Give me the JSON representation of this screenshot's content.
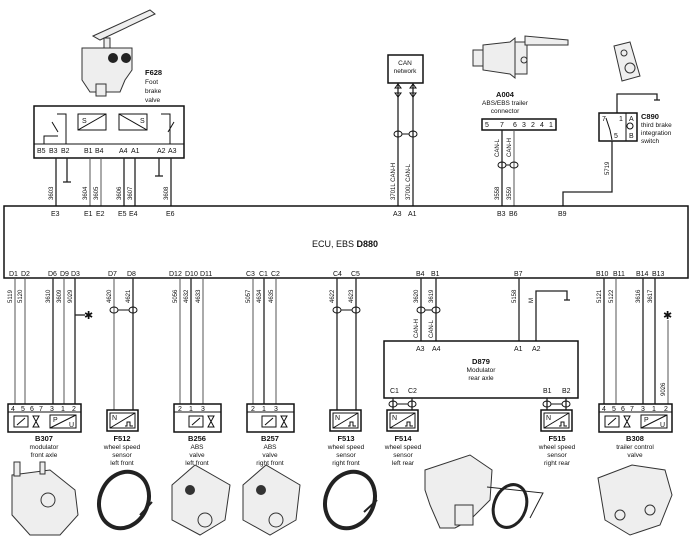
{
  "ecu": {
    "title": "ECU, EBS",
    "code": "D880",
    "top_pins": [
      "E3",
      "E1",
      "E2",
      "E5",
      "E4",
      "E6",
      "A3",
      "A1",
      "B3",
      "B6",
      "B9"
    ],
    "bottom_pins": [
      "D1",
      "D2",
      "D6",
      "D9",
      "D3",
      "D7",
      "D8",
      "D12",
      "D10",
      "D11",
      "C3",
      "C1",
      "C2",
      "C4",
      "C5",
      "B4",
      "B1",
      "B7",
      "B10",
      "B11",
      "B14",
      "B13"
    ]
  },
  "f628": {
    "code": "F628",
    "desc": [
      "Foot",
      "brake",
      "valve"
    ],
    "pins": [
      "B5",
      "B3",
      "B2",
      "B1",
      "B4",
      "A4",
      "A1",
      "A2",
      "A3"
    ],
    "s_label": "S",
    "wires": [
      "3603",
      "3604",
      "3605",
      "3606",
      "3607",
      "3608"
    ]
  },
  "can_network": {
    "label": [
      "CAN",
      "network"
    ],
    "wires": [
      "3701L CAN-H",
      "3700L CAN-L"
    ]
  },
  "a004": {
    "code": "A004",
    "desc": [
      "ABS/EBS trailer",
      "connector"
    ],
    "pins": [
      "5",
      "7",
      "6",
      "3",
      "2",
      "4",
      "1"
    ],
    "signals": [
      "CAN-L",
      "CAN-H"
    ],
    "wires": [
      "3558",
      "3559"
    ]
  },
  "c890": {
    "code": "C890",
    "desc": [
      "third brake",
      "integration",
      "switch"
    ],
    "pins": [
      "7",
      "1",
      "A",
      "5",
      "B"
    ],
    "wire": "5719"
  },
  "b307": {
    "code": "B307",
    "desc": [
      "modulator",
      "front axle"
    ],
    "pins": [
      "4",
      "5",
      "6",
      "7",
      "3",
      "1",
      "2"
    ],
    "wires": [
      "5119",
      "5120",
      "3610",
      "3609",
      "9029"
    ],
    "p_label": "P",
    "u_label": "U"
  },
  "f512": {
    "code": "F512",
    "desc": [
      "wheel speed",
      "sensor",
      "left front"
    ],
    "wires": [
      "4620",
      "4621"
    ],
    "n_label": "N"
  },
  "b256": {
    "code": "B256",
    "desc": [
      "ABS",
      "valve",
      "left front"
    ],
    "pins": [
      "2",
      "1",
      "3"
    ],
    "wires": [
      "5056",
      "4632",
      "4633"
    ]
  },
  "b257": {
    "code": "B257",
    "desc": [
      "ABS",
      "valve",
      "right front"
    ],
    "pins": [
      "2",
      "1",
      "3"
    ],
    "wires": [
      "5057",
      "4634",
      "4635"
    ]
  },
  "f513": {
    "code": "F513",
    "desc": [
      "wheel speed",
      "sensor",
      "right front"
    ],
    "wires": [
      "4622",
      "4623"
    ],
    "n_label": "N"
  },
  "f514": {
    "code": "F514",
    "desc": [
      "wheel speed",
      "sensor",
      "left rear"
    ],
    "n_label": "N"
  },
  "d879": {
    "code": "D879",
    "desc": [
      "Modulator",
      "rear axle"
    ],
    "pins": [
      "A3",
      "A4",
      "A1",
      "A2",
      "C1",
      "C2",
      "B1",
      "B2"
    ],
    "signals": [
      "CAN-H",
      "CAN-L"
    ],
    "wires": [
      "3620",
      "3619",
      "5158"
    ],
    "m_label": "M"
  },
  "f515": {
    "code": "F515",
    "desc": [
      "wheel speed",
      "sensor",
      "right rear"
    ],
    "n_label": "N"
  },
  "b308": {
    "code": "B308",
    "desc": [
      "trailer control",
      "valve"
    ],
    "pins": [
      "4",
      "5",
      "6",
      "7",
      "3",
      "1",
      "2"
    ],
    "wires": [
      "5121",
      "5122",
      "3616",
      "3617",
      "9026"
    ],
    "p_label": "P",
    "u_label": "U"
  },
  "star": "✱"
}
